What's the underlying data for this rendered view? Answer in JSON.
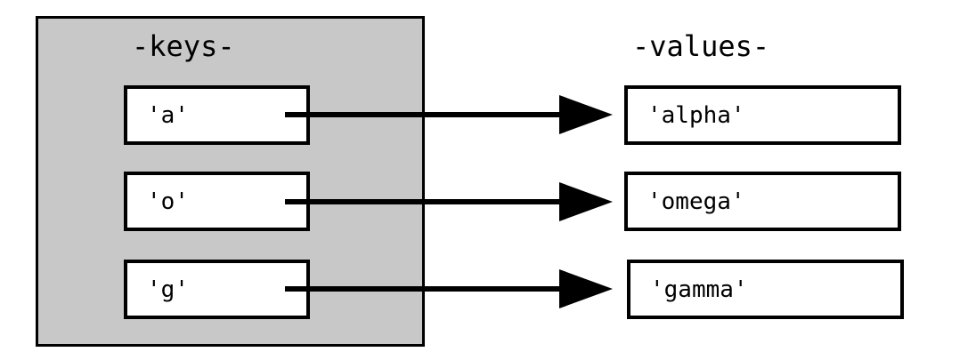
{
  "diagram": {
    "keys_heading": "-keys-",
    "values_heading": "-values-",
    "entries": [
      {
        "key": "'a'",
        "value": "'alpha'"
      },
      {
        "key": "'o'",
        "value": "'omega'"
      },
      {
        "key": "'g'",
        "value": "'gamma'"
      }
    ]
  },
  "colors": {
    "panel_fill": "#c8c8c8",
    "box_fill": "#ffffff",
    "stroke": "#000000"
  }
}
